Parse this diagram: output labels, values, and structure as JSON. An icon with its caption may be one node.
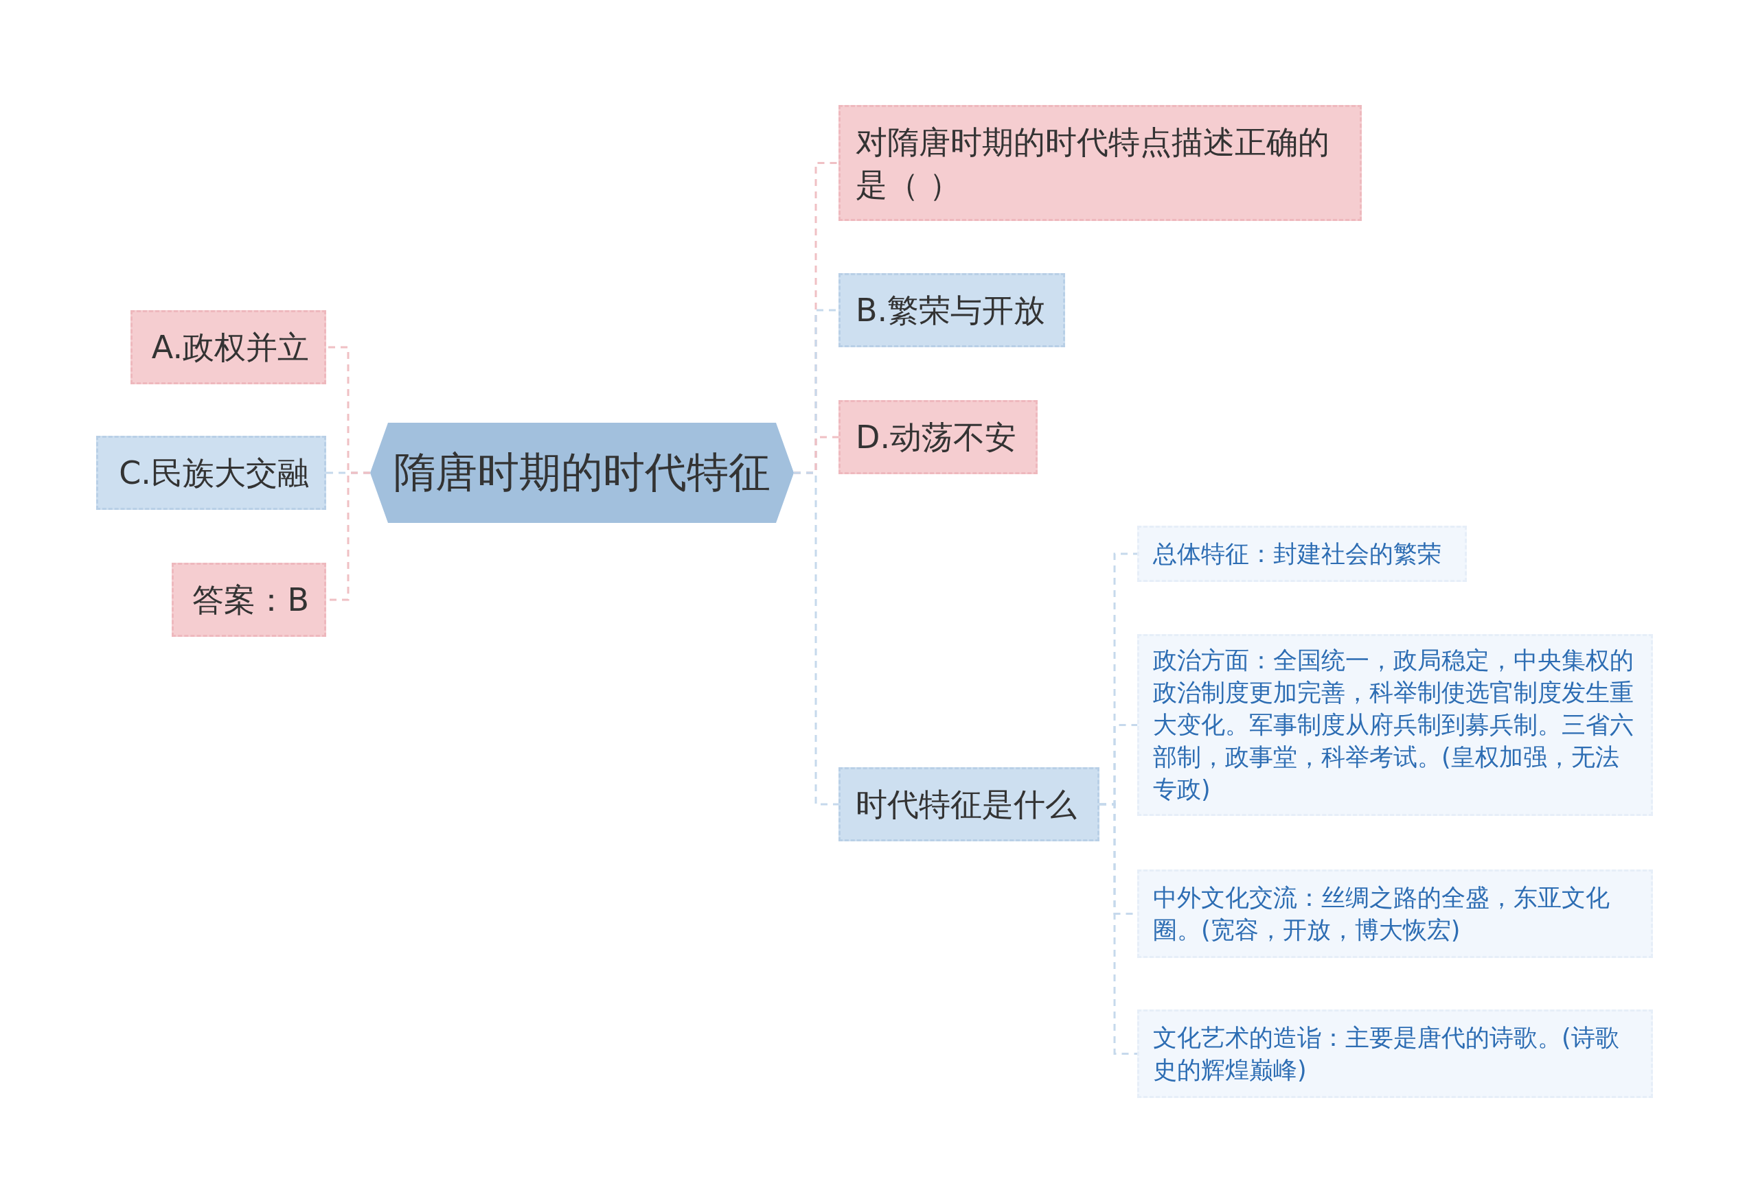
{
  "diagram": {
    "nodes": [
      {
        "text": [
          "隋唐时期的时代特征"
        ]
      },
      {
        "text": [
          "A.政权并立"
        ]
      },
      {
        "text": [
          "C.民族大交融"
        ]
      },
      {
        "text": [
          "答案：B"
        ]
      },
      {
        "text": [
          "对隋唐时期的时代特点描述正确的是（ ）"
        ]
      },
      {
        "text": [
          "B.繁荣与开放"
        ]
      },
      {
        "text": [
          "D.动荡不安"
        ]
      },
      {
        "text": [
          "时代特征是什么"
        ]
      },
      {
        "text": [
          "总体特征：封建社会的繁荣"
        ]
      },
      {
        "text": [
          "政治方面：全国统一，政局稳定，中央集权的政治制度更加完善，科举制使选官制度发生重大变化。军事制度从府兵制到募兵制。三省六部制，政事堂，科举考试。(皇权加强，无法专政)"
        ]
      },
      {
        "text": [
          "中外文化交流：丝绸之路的全盛，东亚文化圈。(宽容，开放，博大恢宏)"
        ]
      },
      {
        "text": [
          "文化艺术的造诣：主要是唐代的诗歌。(诗歌史的辉煌巅峰)"
        ]
      }
    ],
    "edges": [
      {
        "from": 0,
        "to": 1,
        "arrow": "none",
        "style": "dashed",
        "color": "#f0c0c4"
      },
      {
        "from": 0,
        "to": 2,
        "arrow": "none",
        "style": "dashed"
      },
      {
        "from": 0,
        "to": 3,
        "arrow": "none",
        "style": "dashed",
        "color": "#f0c0c4"
      },
      {
        "from": 0,
        "to": 4,
        "arrow": "none",
        "style": "dashed",
        "color": "#f0c0c4"
      },
      {
        "from": 0,
        "to": 5,
        "arrow": "none",
        "style": "dashed"
      },
      {
        "from": 0,
        "to": 6,
        "arrow": "none",
        "style": "dashed",
        "color": "#f0c0c4"
      },
      {
        "from": 0,
        "to": 7,
        "arrow": "none",
        "style": "dashed"
      },
      {
        "from": 7,
        "to": 8,
        "arrow": "none",
        "style": "dashed"
      },
      {
        "from": 7,
        "to": 9,
        "arrow": "none",
        "style": "dashed"
      },
      {
        "from": 7,
        "to": 10,
        "arrow": "none",
        "style": "dashed"
      },
      {
        "from": 7,
        "to": 11,
        "arrow": "none",
        "style": "dashed"
      }
    ]
  }
}
